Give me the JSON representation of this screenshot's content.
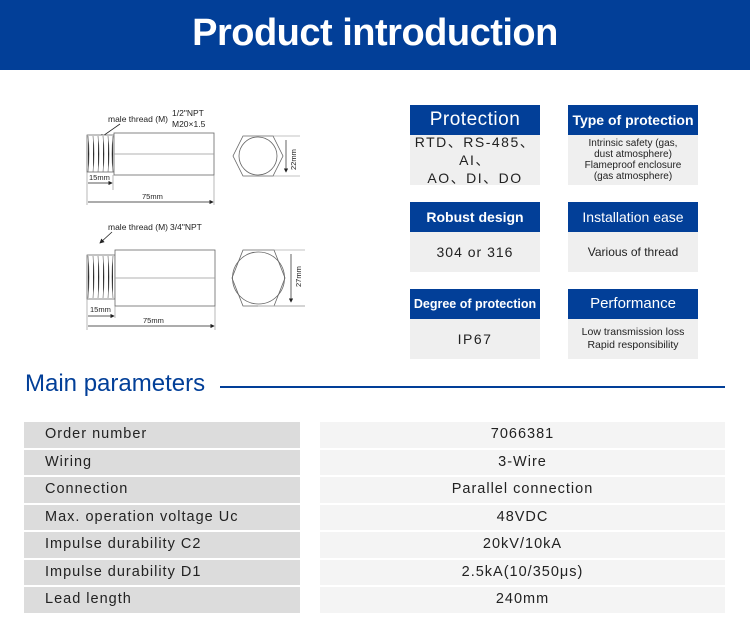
{
  "header": {
    "title": "Product introduction"
  },
  "drawings": [
    {
      "callout": "male thread (M)",
      "thread_spec_1": "1/2\"NPT",
      "thread_spec_2": "M20×1.5",
      "thread_length": "15mm",
      "total_length": "75mm",
      "hex_size": "22mm"
    },
    {
      "callout": "male thread (M)",
      "thread_spec_1": "3/4\"NPT",
      "thread_length": "15mm",
      "total_length": "75mm",
      "hex_size": "27mm"
    }
  ],
  "features": [
    {
      "title": "Protection",
      "lines": [
        "RTD、RS-485、AI、",
        "AO、DI、DO"
      ]
    },
    {
      "title": "Type of protection",
      "lines": [
        "Intrinsic safety (gas,",
        "dust atmosphere)",
        "Flameproof enclosure",
        "(gas atmosphere)"
      ]
    },
    {
      "title": "Robust design",
      "lines": [
        "304 or 316"
      ]
    },
    {
      "title": "Installation ease",
      "lines": [
        "Various of thread"
      ]
    },
    {
      "title": "Degree of protection",
      "lines": [
        "IP67"
      ]
    },
    {
      "title": "Performance",
      "lines": [
        "Low transmission loss",
        "Rapid responsibility"
      ]
    }
  ],
  "main_parameters": {
    "title": "Main parameters",
    "rows": [
      {
        "label": "Order number",
        "value": "7066381"
      },
      {
        "label": "Wiring",
        "value": "3-Wire"
      },
      {
        "label": "Connection",
        "value": "Parallel connection"
      },
      {
        "label": "Max. operation voltage Uc",
        "value": "48VDC"
      },
      {
        "label": "Impulse durability C2",
        "value": "20kV/10kA"
      },
      {
        "label": "Impulse durability D1",
        "value": "2.5kA(10/350μs)"
      },
      {
        "label": "Lead length",
        "value": "240mm"
      }
    ]
  },
  "colors": {
    "brand_blue": "#023f98",
    "card_body": "#efefef",
    "param_label_bg": "#dcdcdc",
    "param_value_bg": "#f4f4f4"
  }
}
